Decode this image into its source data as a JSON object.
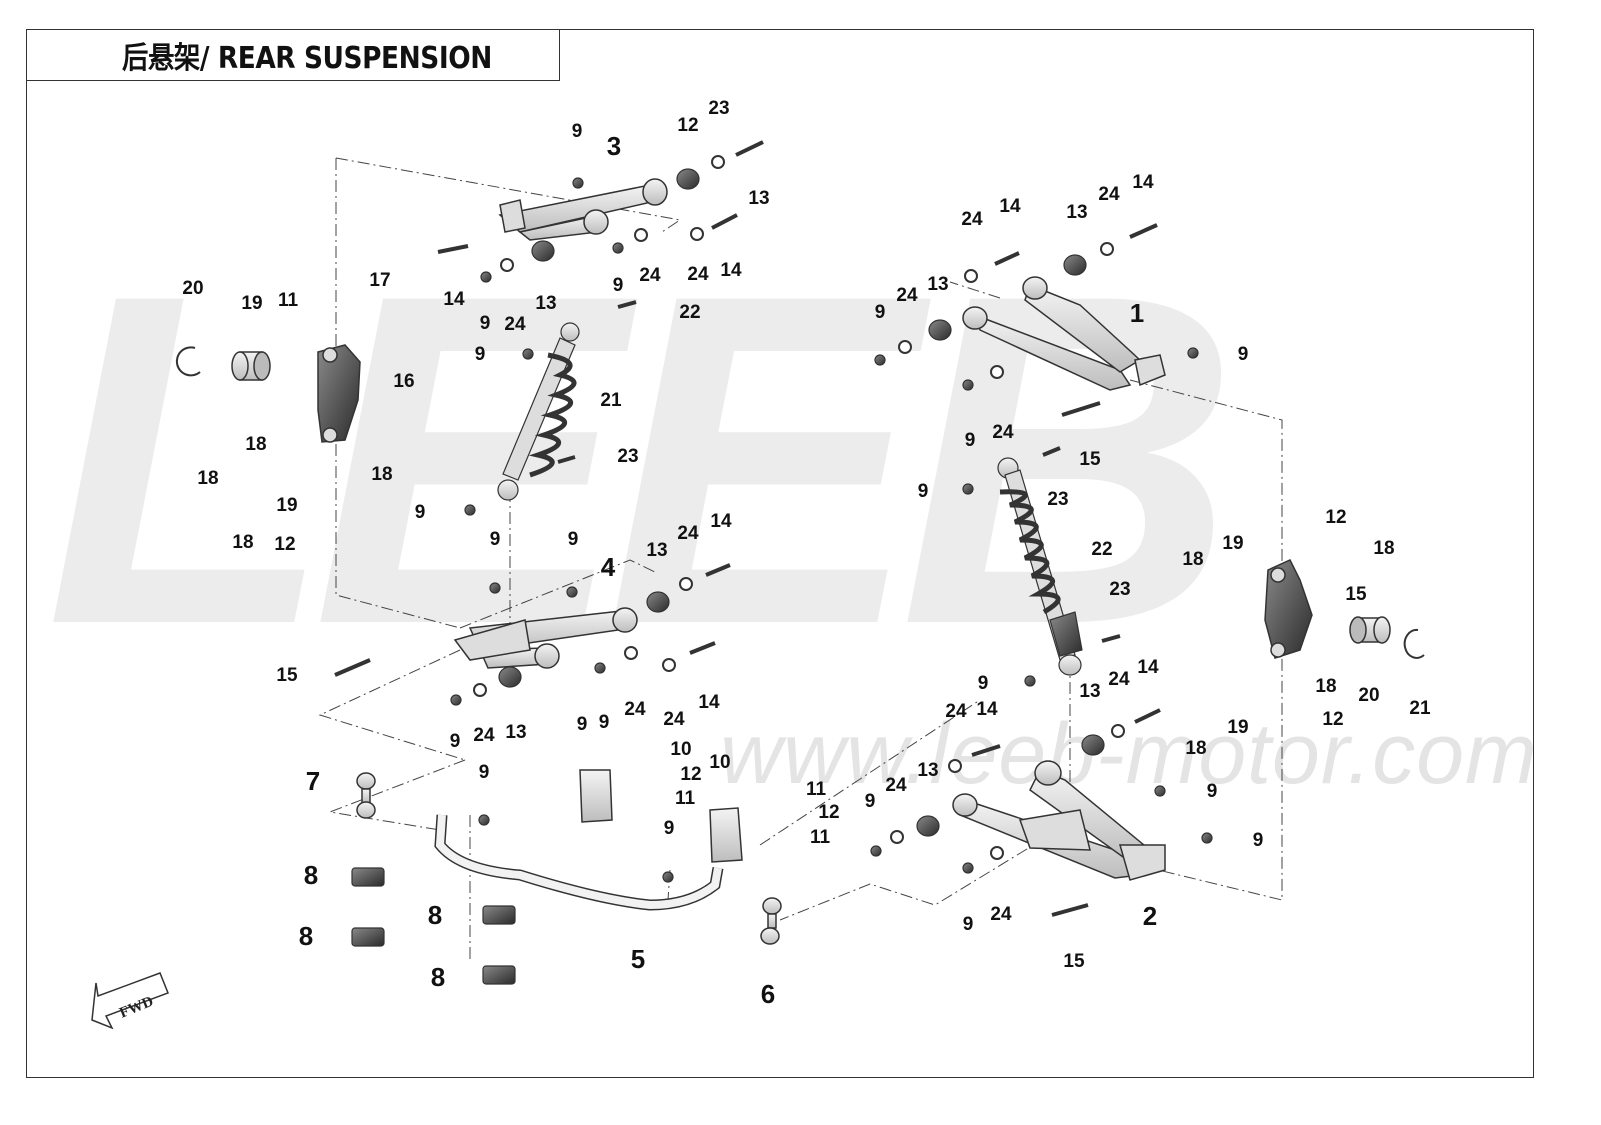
{
  "title": "后悬架/ REAR SUSPENSION",
  "watermark": {
    "brand": "LEEB",
    "url": "www.leeb-motor.com"
  },
  "fwd_label": "FWD",
  "callouts": [
    {
      "text": "1",
      "big": true
    },
    {
      "text": "2",
      "big": true
    },
    {
      "text": "3",
      "big": true
    },
    {
      "text": "4",
      "big": true
    },
    {
      "text": "5",
      "big": true
    },
    {
      "text": "6",
      "big": true
    },
    {
      "text": "7",
      "big": true
    },
    {
      "text": "8",
      "big": true
    },
    {
      "text": "8",
      "big": true
    },
    {
      "text": "8",
      "big": true
    },
    {
      "text": "8",
      "big": true
    },
    {
      "text": "9"
    },
    {
      "text": "9"
    },
    {
      "text": "9"
    },
    {
      "text": "9"
    },
    {
      "text": "9"
    },
    {
      "text": "9"
    },
    {
      "text": "9"
    },
    {
      "text": "9"
    },
    {
      "text": "9"
    },
    {
      "text": "9"
    },
    {
      "text": "9"
    },
    {
      "text": "9"
    },
    {
      "text": "9"
    },
    {
      "text": "9"
    },
    {
      "text": "9"
    },
    {
      "text": "9"
    },
    {
      "text": "9"
    },
    {
      "text": "9"
    },
    {
      "text": "9"
    },
    {
      "text": "9"
    },
    {
      "text": "9"
    },
    {
      "text": "10"
    },
    {
      "text": "10"
    },
    {
      "text": "11"
    },
    {
      "text": "11"
    },
    {
      "text": "11"
    },
    {
      "text": "11"
    },
    {
      "text": "12"
    },
    {
      "text": "12"
    },
    {
      "text": "12"
    },
    {
      "text": "12"
    },
    {
      "text": "12"
    },
    {
      "text": "12"
    },
    {
      "text": "13"
    },
    {
      "text": "13"
    },
    {
      "text": "13"
    },
    {
      "text": "13"
    },
    {
      "text": "13"
    },
    {
      "text": "13"
    },
    {
      "text": "13"
    },
    {
      "text": "13"
    },
    {
      "text": "14"
    },
    {
      "text": "14"
    },
    {
      "text": "14"
    },
    {
      "text": "14"
    },
    {
      "text": "14"
    },
    {
      "text": "14"
    },
    {
      "text": "14"
    },
    {
      "text": "14"
    },
    {
      "text": "15"
    },
    {
      "text": "15"
    },
    {
      "text": "15"
    },
    {
      "text": "15"
    },
    {
      "text": "16"
    },
    {
      "text": "17"
    },
    {
      "text": "18"
    },
    {
      "text": "18"
    },
    {
      "text": "18"
    },
    {
      "text": "18"
    },
    {
      "text": "18"
    },
    {
      "text": "18"
    },
    {
      "text": "18"
    },
    {
      "text": "18"
    },
    {
      "text": "19"
    },
    {
      "text": "19"
    },
    {
      "text": "19"
    },
    {
      "text": "19"
    },
    {
      "text": "20"
    },
    {
      "text": "20"
    },
    {
      "text": "21"
    },
    {
      "text": "21"
    },
    {
      "text": "22"
    },
    {
      "text": "22"
    },
    {
      "text": "23"
    },
    {
      "text": "23"
    },
    {
      "text": "23"
    },
    {
      "text": "23"
    },
    {
      "text": "24"
    },
    {
      "text": "24"
    },
    {
      "text": "24"
    },
    {
      "text": "24"
    },
    {
      "text": "24"
    },
    {
      "text": "24"
    },
    {
      "text": "24"
    },
    {
      "text": "24"
    },
    {
      "text": "24"
    },
    {
      "text": "24"
    },
    {
      "text": "24"
    },
    {
      "text": "24"
    },
    {
      "text": "24"
    },
    {
      "text": "24"
    },
    {
      "text": "24"
    },
    {
      "text": "24"
    }
  ]
}
